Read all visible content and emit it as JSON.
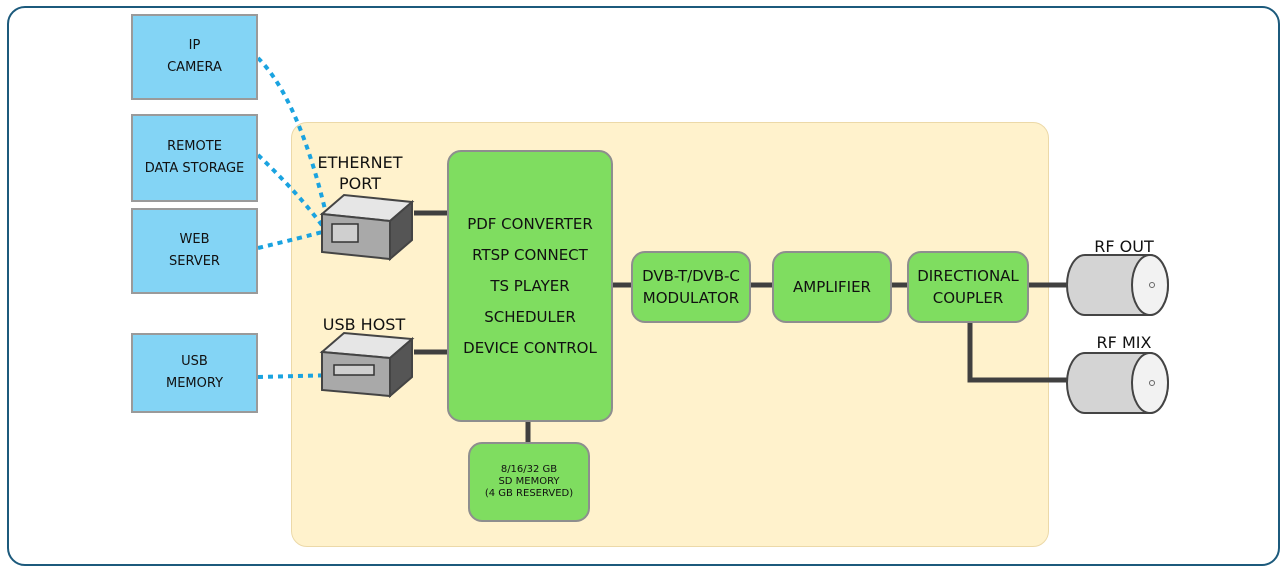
{
  "external_devices": {
    "ip_camera": [
      "IP",
      "CAMERA"
    ],
    "remote_storage": [
      "REMOTE",
      "DATA STORAGE"
    ],
    "web_server": [
      "WEB",
      "SERVER"
    ],
    "usb_memory": [
      "USB",
      "MEMORY"
    ]
  },
  "ports": {
    "ethernet": [
      "ETHERNET",
      "PORT"
    ],
    "usb_host": "USB HOST"
  },
  "processor": {
    "functions": [
      "PDF CONVERTER",
      "RTSP CONNECT",
      "TS PLAYER",
      "SCHEDULER",
      "DEVICE CONTROL"
    ]
  },
  "storage": [
    "8/16/32 GB",
    "SD MEMORY",
    "(4 GB RESERVED)"
  ],
  "modulator": [
    "DVB-T/DVB-C",
    "MODULATOR"
  ],
  "amplifier": "AMPLIFIER",
  "coupler": [
    "DIRECTIONAL",
    "COUPLER"
  ],
  "outputs": {
    "rf_out": "RF OUT",
    "rf_mix": "RF MIX"
  },
  "colors": {
    "external_fill": "#83d4f5",
    "module_fill": "#7fdd60",
    "panel_fill": "#fff2cc",
    "frame_border": "#1c5a7c",
    "dotted_link": "#1aa3e0",
    "solid_link": "#404040"
  }
}
